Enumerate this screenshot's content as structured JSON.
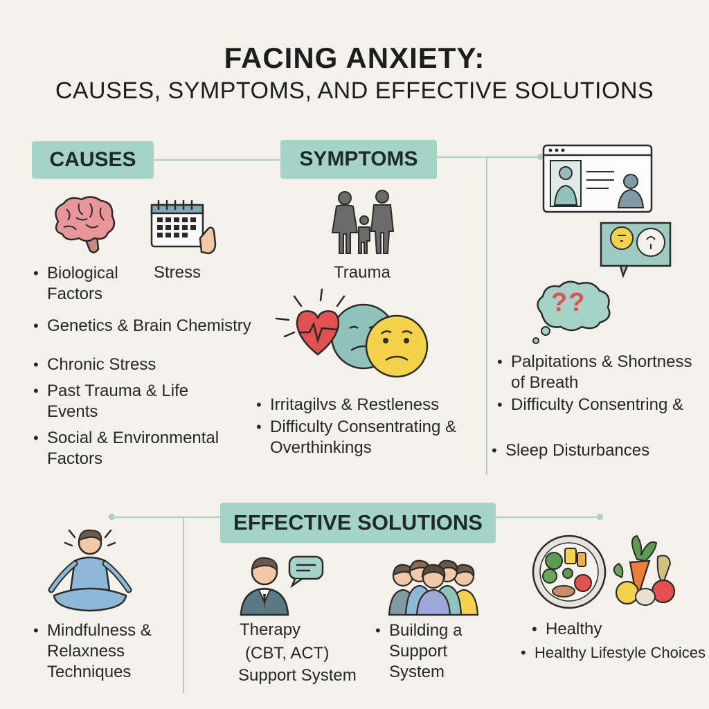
{
  "header": {
    "title": "FACING ANXIETY:",
    "subtitle": "CAUSES, SYMPTOMS, AND EFFECTIVE SOLUTIONS"
  },
  "causes": {
    "heading": "CAUSES",
    "stress_label": "Stress",
    "items": [
      "Biological Factors",
      "Genetics & Brain Chemistry",
      "Chronic Stress",
      "Past Trauma & Life Events",
      "Social & Environmental Factors"
    ]
  },
  "symptoms": {
    "heading": "SYMPTOMS",
    "trauma_label": "Trauma",
    "thought_glyph": "??",
    "items_center": [
      "Irritagilvs & Restleness",
      "Difficulty Consentrating & Overthinkings"
    ],
    "items_right": [
      "Palpitations & Shortness of Breath",
      "Difficulty Consentring &",
      "Sleep Disturbances"
    ]
  },
  "solutions": {
    "heading": "EFFECTIVE SOLUTIONS",
    "mindfulness": "Mindfulness & Relaxness Techniques",
    "therapy": "Therapy",
    "therapy_types": "(CBT, ACT)",
    "therapy_support": "Support System",
    "support": "Building a Support System",
    "healthy": "Healthy",
    "lifestyle": "Healthy Lifestyle Choices"
  },
  "colors": {
    "heading_bg": "#a6d3c7",
    "connector": "#a9cfc6",
    "background": "#f3f1ea"
  }
}
